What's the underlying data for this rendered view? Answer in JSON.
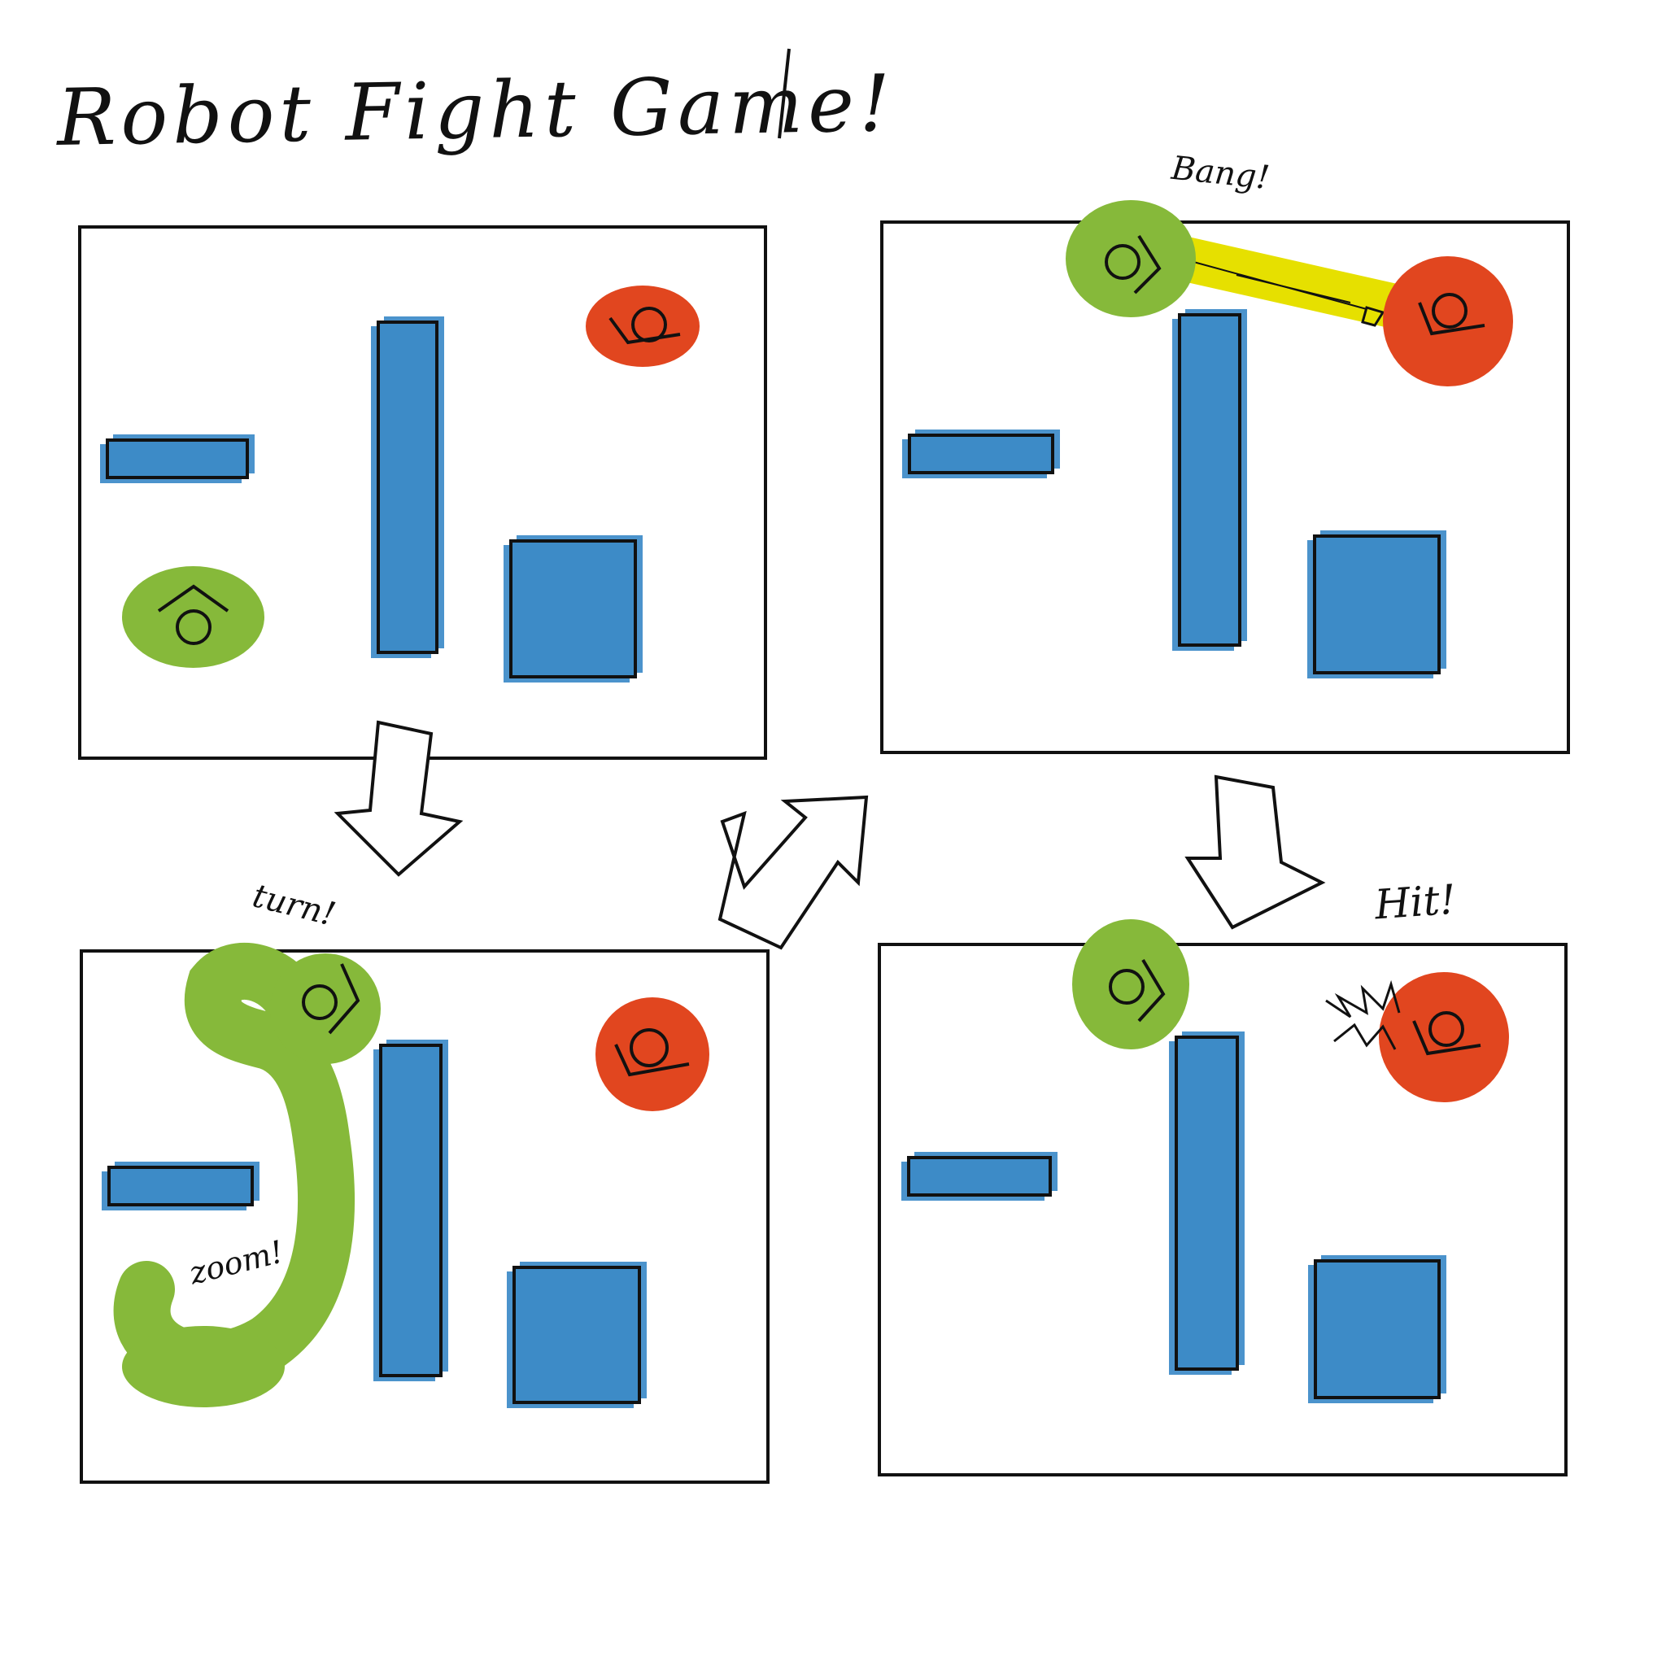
{
  "title": "Robot Fight Game!",
  "captions": {
    "bang": "Bang!",
    "turn": "turn!",
    "zoom": "zoom!",
    "hit": "Hit!"
  },
  "colors": {
    "obstacle": "#3d8bc7",
    "player_robot": "#86b93a",
    "enemy_robot": "#e1461f",
    "laser": "#e6e000",
    "outline": "#111111"
  },
  "panels": [
    {
      "step": 1,
      "state": "start"
    },
    {
      "step": 2,
      "state": "move"
    },
    {
      "step": 3,
      "state": "shoot"
    },
    {
      "step": 4,
      "state": "hit"
    }
  ]
}
